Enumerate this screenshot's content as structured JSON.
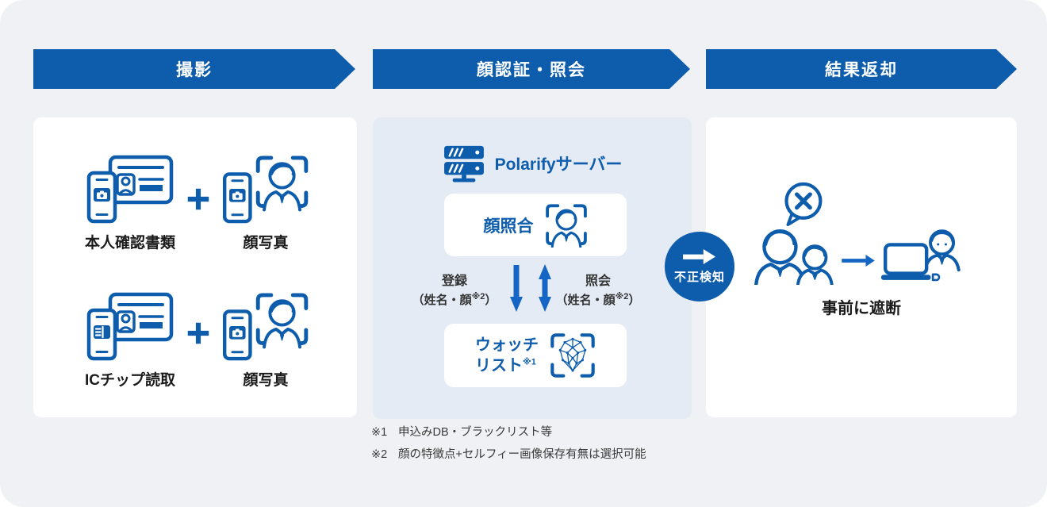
{
  "colors": {
    "brand_blue": "#0e5dad",
    "flow_blue": "#1565c4",
    "page_bg": "#f0f1f4",
    "center_panel_bg": "#e4ebf5",
    "panel_bg": "#ffffff",
    "text_dark": "#1b1b1b",
    "footnote_color": "#3a3a3a"
  },
  "steps": [
    {
      "label": "撮影"
    },
    {
      "label": "顔認証・照会"
    },
    {
      "label": "結果返却"
    }
  ],
  "capture_panel": {
    "rows": [
      {
        "left_label": "本人確認書類",
        "right_label": "顔写真"
      },
      {
        "left_label": "ICチップ読取",
        "right_label": "顔写真"
      }
    ]
  },
  "auth_panel": {
    "server_label": "Polarifyサーバー",
    "face_match_label": "顔照合",
    "register": {
      "title": "登録",
      "sub_pre": "（姓名・顔",
      "sub_sup": "※2",
      "sub_post": "）"
    },
    "inquiry": {
      "title": "照会",
      "sub_pre": "（姓名・顔",
      "sub_sup": "※2",
      "sub_post": "）"
    },
    "watchlist": {
      "line1": "ウォッチ",
      "line2": "リスト",
      "sup": "※1"
    }
  },
  "badge": {
    "label": "不正検知"
  },
  "result_panel": {
    "label": "事前に遮断"
  },
  "footnotes": [
    {
      "mark": "※1",
      "text": "申込みDB・ブラックリスト等"
    },
    {
      "mark": "※2",
      "text": "顔の特徴点+セルフィー画像保存有無は選択可能"
    }
  ]
}
